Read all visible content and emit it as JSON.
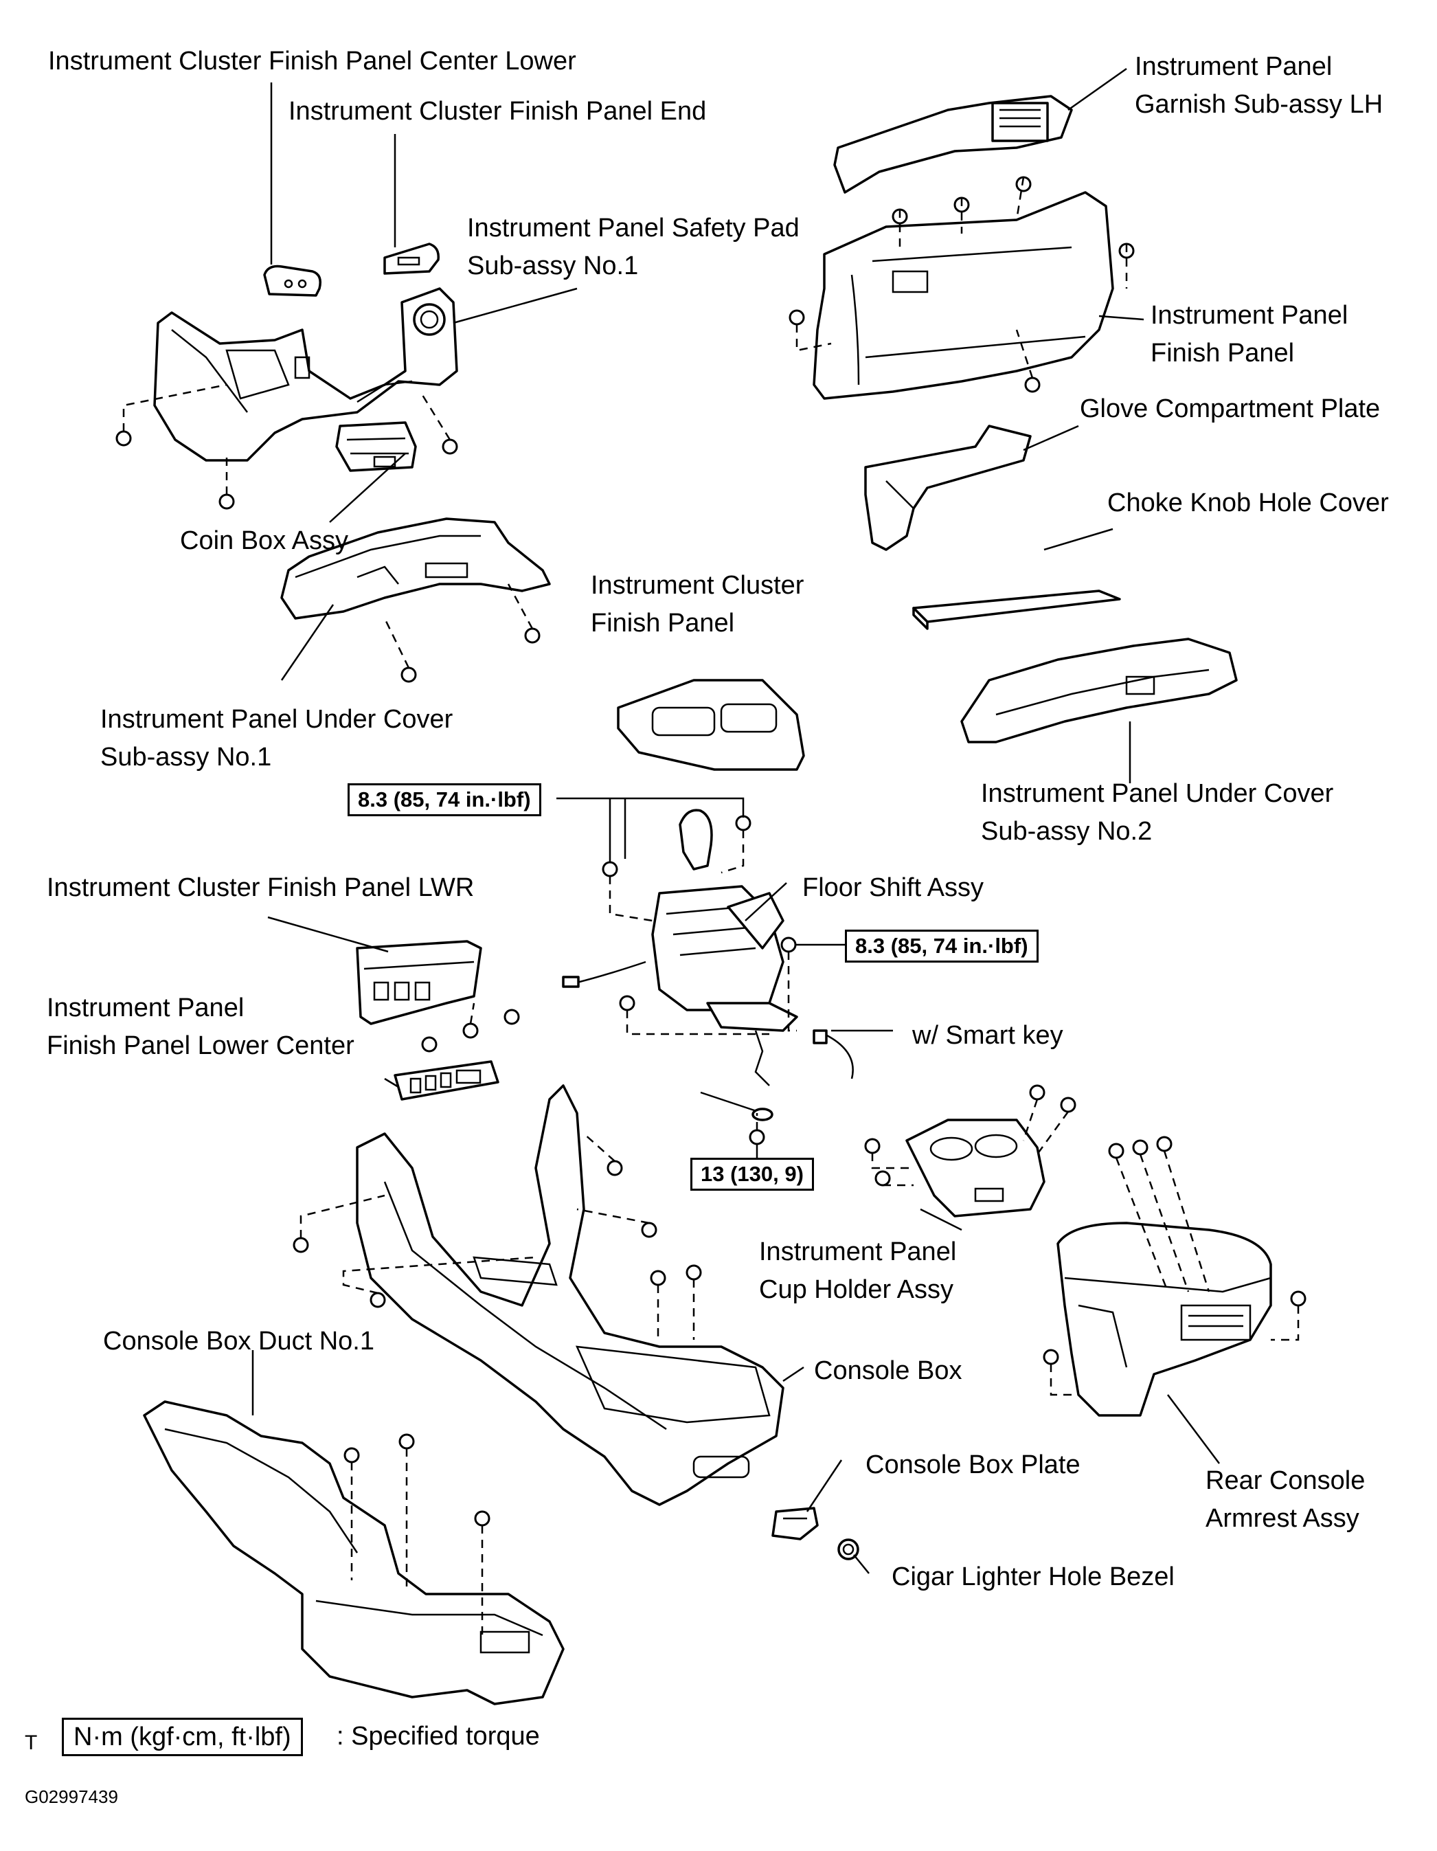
{
  "labels": {
    "cluster_center_lower": "Instrument Cluster Finish Panel Center Lower",
    "cluster_end": "Instrument Cluster Finish Panel End",
    "safety_pad_1": "Instrument Panel Safety Pad",
    "safety_pad_2": "Sub-assy  No.1",
    "garnish_1": "Instrument Panel",
    "garnish_2": "Garnish  Sub-assy LH",
    "finish_panel_1": "Instrument Panel",
    "finish_panel_2": "Finish Panel",
    "glove_plate": "Glove Compartment Plate",
    "choke_cover": "Choke Knob Hole Cover",
    "coin_box": "Coin Box Assy",
    "under_cover1_1": "Instrument Panel Under Cover",
    "under_cover1_2": "Sub-assy  No.1",
    "cluster_finish_1": "Instrument Cluster",
    "cluster_finish_2": "Finish Panel",
    "under_cover2_1": "Instrument Panel Under Cover",
    "under_cover2_2": "Sub-assy  No.2",
    "cluster_lwr": "Instrument Cluster Finish Panel LWR",
    "floor_shift": "Floor Shift Assy",
    "lower_center_1": "Instrument Panel",
    "lower_center_2": "Finish Panel Lower Center",
    "smart_key": "w/ Smart key",
    "cup_holder_1": "Instrument Panel",
    "cup_holder_2": "Cup Holder Assy",
    "duct": "Console Box Duct No.1",
    "console_box": "Console Box",
    "console_plate": "Console Box Plate",
    "rear_armrest_1": "Rear Console",
    "rear_armrest_2": "Armrest Assy",
    "cigar_bezel": "Cigar Lighter Hole Bezel"
  },
  "torques": {
    "t1": "8.3 (85, 74 in.·lbf)",
    "t2": "8.3 (85, 74 in.·lbf)",
    "t3": "13 (130, 9)"
  },
  "legend": {
    "unit": "N·m (kgf·cm, ft·lbf)",
    "text": ": Specified torque",
    "t_mark": "T"
  },
  "figure_id": "G02997439"
}
